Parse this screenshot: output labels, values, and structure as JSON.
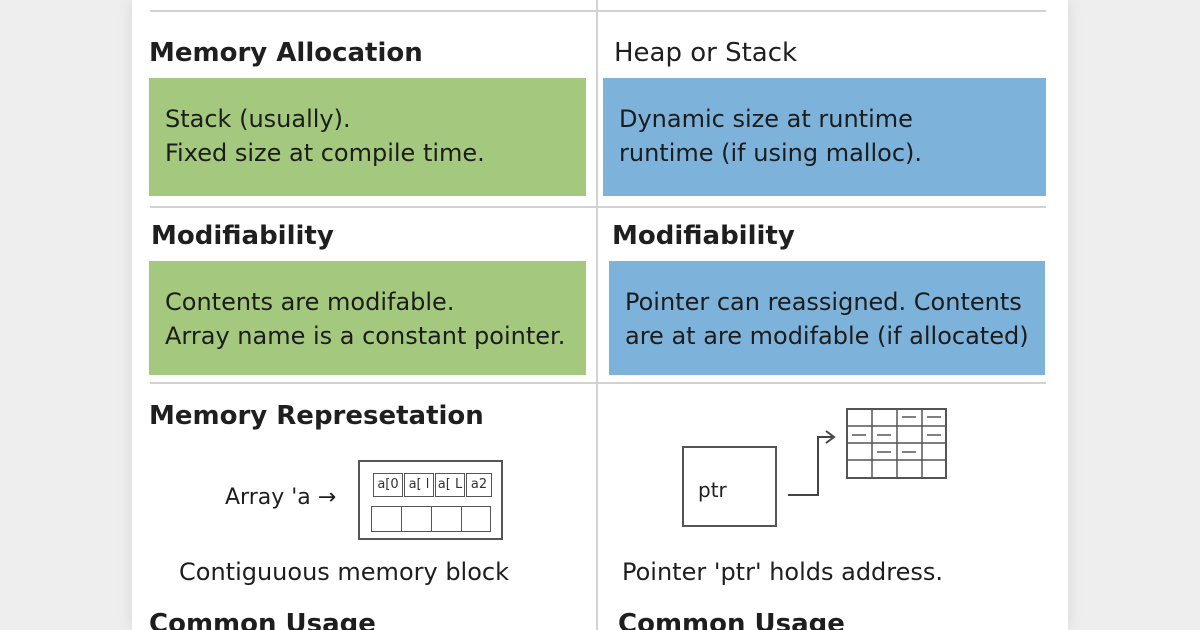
{
  "rows": {
    "allocation": {
      "left_heading": "Memory Allocation",
      "right_heading": "Heap or Stack",
      "left_lines": [
        "Stack (usually).",
        "Fixed size at compile time."
      ],
      "right_lines": [
        "Dynamic size at runtime",
        "runtime (if using malloc)."
      ]
    },
    "modifiability": {
      "left_heading": "Modifiability",
      "right_heading": "Modifiability",
      "left_lines": [
        "Contents are modifable.",
        "Array name is a constant pointer."
      ],
      "right_lines": [
        "Pointer can reassigned. Contents",
        "are at are modifable (if allocated)"
      ]
    },
    "representation": {
      "left_heading": "Memory Represetation",
      "array_label": "Array 'a →",
      "array_cells": [
        "a[0",
        "a[ l",
        "a[ L",
        "a2"
      ],
      "left_caption": "Contiguuous memory block",
      "ptr_label": "ptr",
      "right_caption": "Pointer 'ptr' holds address."
    },
    "usage": {
      "left_heading": "Common Usage",
      "right_heading": "Common Usage"
    }
  },
  "colors": {
    "array_box": "#a4c97e",
    "pointer_box": "#7db2da"
  },
  "icons": {
    "array_diagram": "memory-array-diagram",
    "pointer_arrow": "pointer-arrow-icon",
    "heap_grid": "heap-grid-icon"
  }
}
